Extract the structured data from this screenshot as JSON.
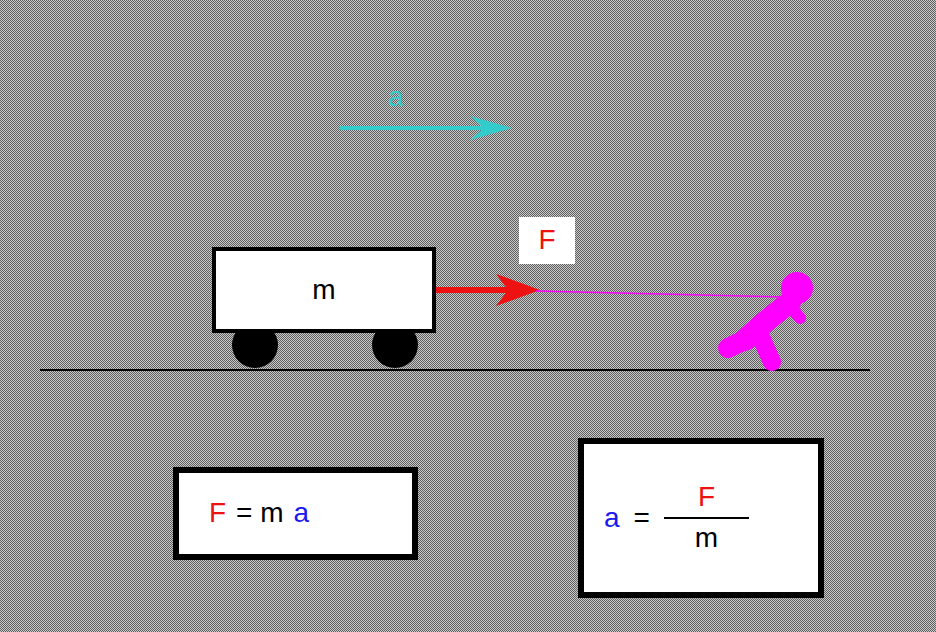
{
  "diagram": {
    "nodes": [
      {
        "text": [
          "F"
        ]
      },
      {
        "text": [
          "m"
        ]
      },
      {
        "text": [
          "F",
          "= m",
          "a"
        ]
      },
      {
        "text": [
          "a",
          "=",
          "F",
          "m"
        ]
      }
    ],
    "labels": [
      "a"
    ]
  }
}
